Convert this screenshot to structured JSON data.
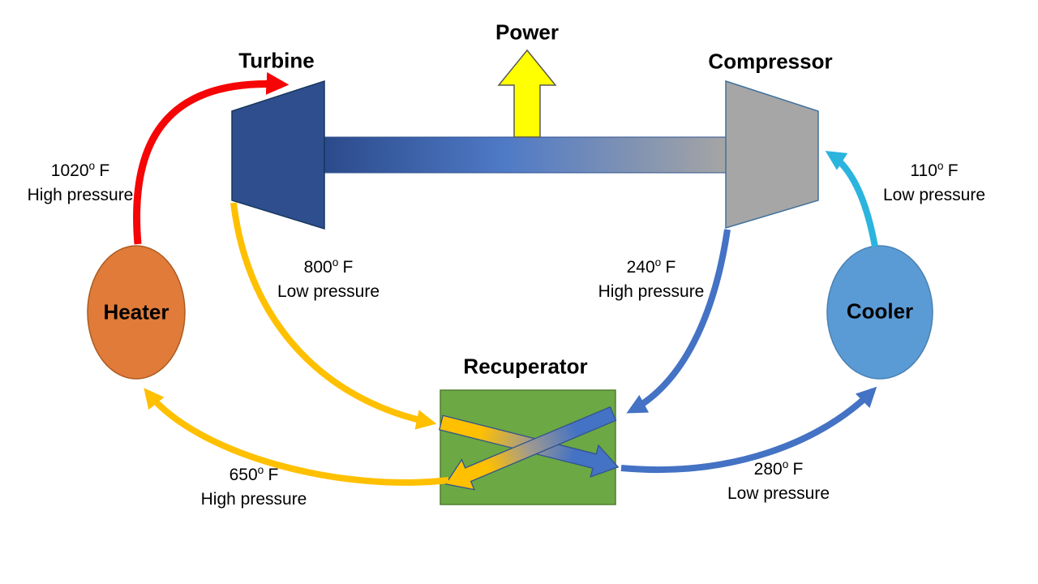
{
  "diagram": {
    "titles": {
      "power": "Power",
      "turbine": "Turbine",
      "compressor": "Compressor",
      "heater": "Heater",
      "cooler": "Cooler",
      "recuperator": "Recuperator"
    },
    "flow_labels": {
      "turbine_inlet": {
        "temp": "1020",
        "deg": "o",
        "unit": "F",
        "pressure": "High pressure"
      },
      "turbine_outlet": {
        "temp": "800",
        "deg": "o",
        "unit": "F",
        "pressure": "Low pressure"
      },
      "compressor_outlet": {
        "temp": "240",
        "deg": "o",
        "unit": "F",
        "pressure": "High pressure"
      },
      "compressor_inlet": {
        "temp": "110",
        "deg": "o",
        "unit": "F",
        "pressure": "Low pressure"
      },
      "heater_inlet": {
        "temp": "650",
        "deg": "o",
        "unit": "F",
        "pressure": "High pressure"
      },
      "cooler_inlet": {
        "temp": "280",
        "deg": "o",
        "unit": "F",
        "pressure": "Low pressure"
      }
    },
    "colors": {
      "turbine_fill": "#2F4E8E",
      "compressor_fill": "#A6A6A6",
      "heater_fill": "#E07B3A",
      "cooler_fill": "#5B9BD5",
      "recuperator_fill": "#6CA843",
      "power_arrow_fill": "#FFFF00",
      "hot_red": "#F50505",
      "hot_gold": "#FFC000",
      "cool_blue": "#4472C4",
      "cold_cyan": "#2BB4DE"
    }
  }
}
